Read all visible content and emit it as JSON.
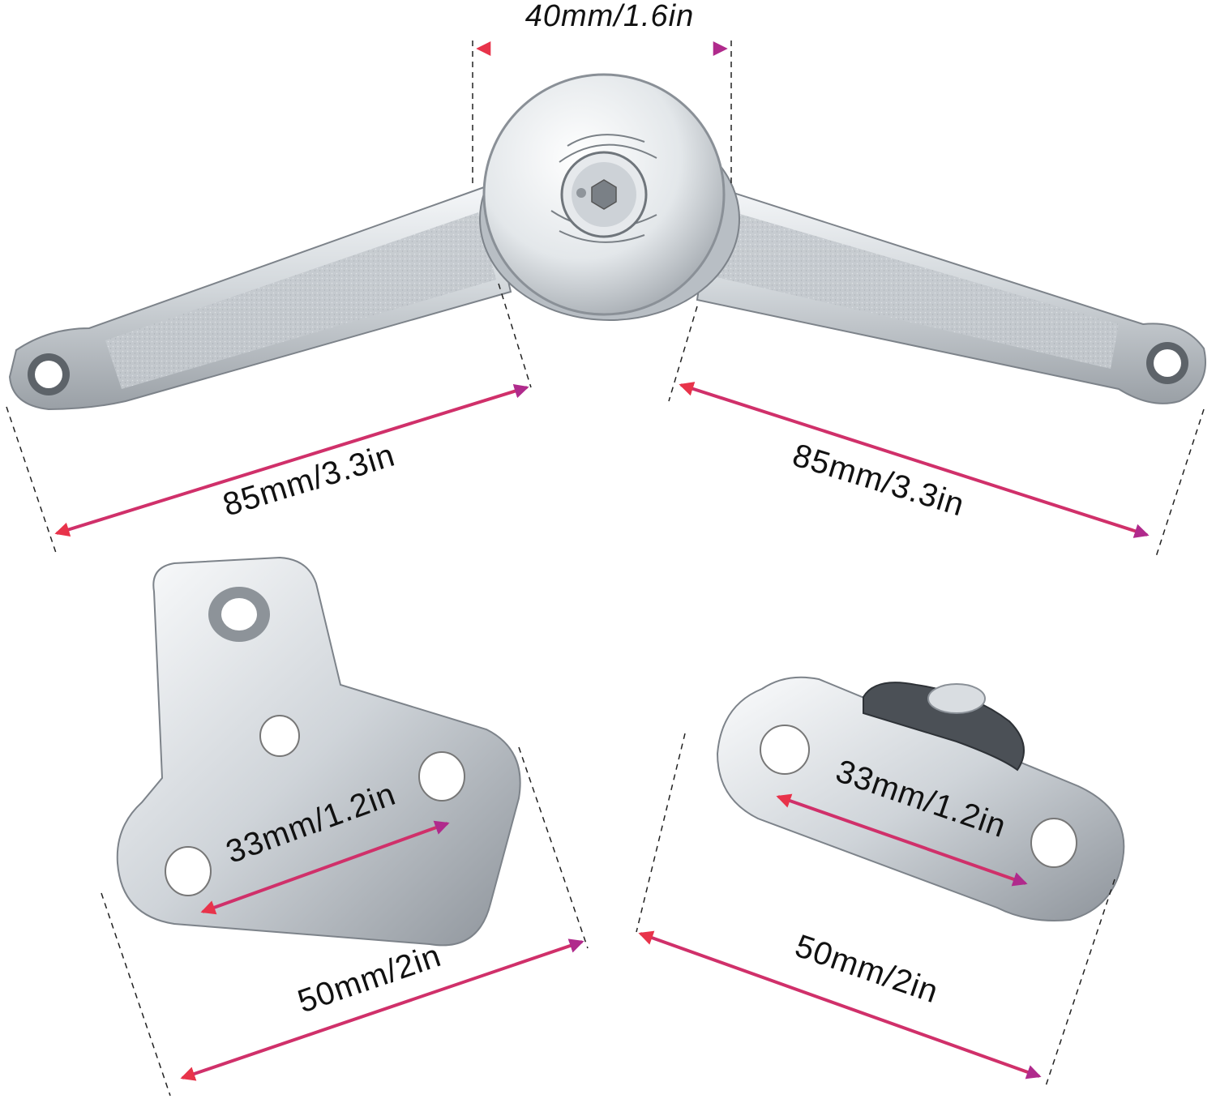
{
  "colors": {
    "arrow_start": "#e8334a",
    "arrow_end": "#b02a8c",
    "metal_light": "#f4f6f8",
    "metal_mid": "#c9ced3",
    "metal_dark": "#8a9097",
    "background": "#ffffff"
  },
  "dimensions": {
    "hub_diameter": "40mm/1.6in",
    "left_arm_length": "85mm/3.3in",
    "right_arm_length": "85mm/3.3in",
    "bracket_a_hole_spacing": "33mm/1.2in",
    "bracket_a_width": "50mm/2in",
    "bracket_b_hole_spacing": "33mm/1.2in",
    "bracket_b_width": "50mm/2in"
  },
  "parts": {
    "main": "lid-stay-hinge-arm",
    "bracket_a": "t-shaped-mounting-plate",
    "bracket_b": "oval-mounting-plate"
  }
}
